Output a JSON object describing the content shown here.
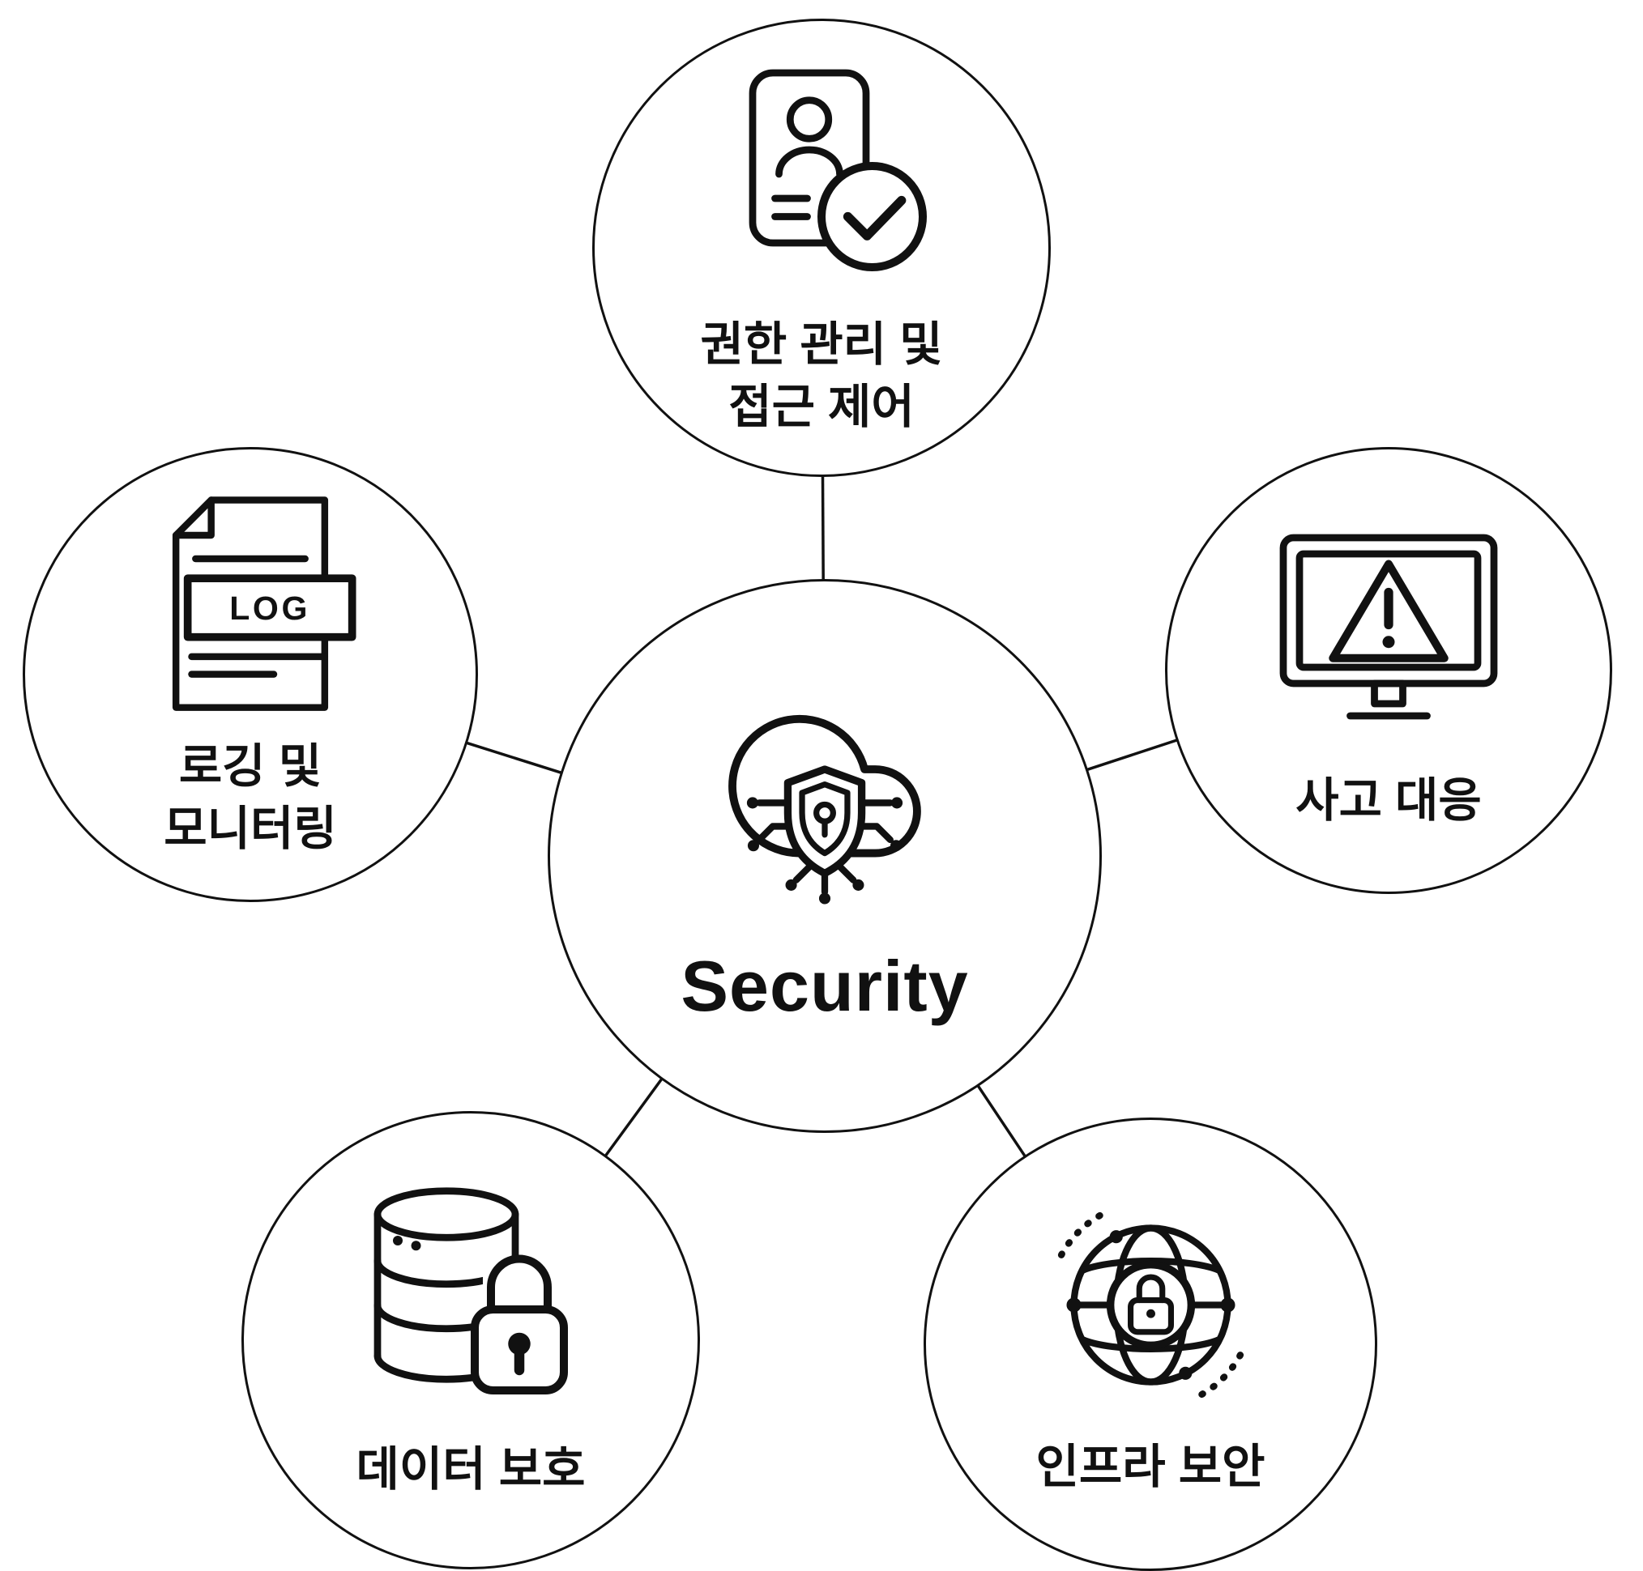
{
  "diagram": {
    "center": {
      "label": "Security",
      "icon": "cloud-shield-network-icon"
    },
    "nodes": {
      "access": {
        "line1": "권한 관리 및",
        "line2": "접근 제어",
        "icon": "id-card-check-icon"
      },
      "incident": {
        "line1": "사고 대응",
        "icon": "monitor-alert-icon"
      },
      "logging": {
        "line1": "로깅 및",
        "line2": "모니터링",
        "icon": "log-file-icon",
        "icon_text": "LOG"
      },
      "data": {
        "line1": "데이터 보호",
        "icon": "database-lock-icon"
      },
      "infra": {
        "line1": "인프라 보안",
        "icon": "globe-lock-icon"
      }
    },
    "colors": {
      "stroke": "#111111",
      "background": "#ffffff"
    }
  }
}
